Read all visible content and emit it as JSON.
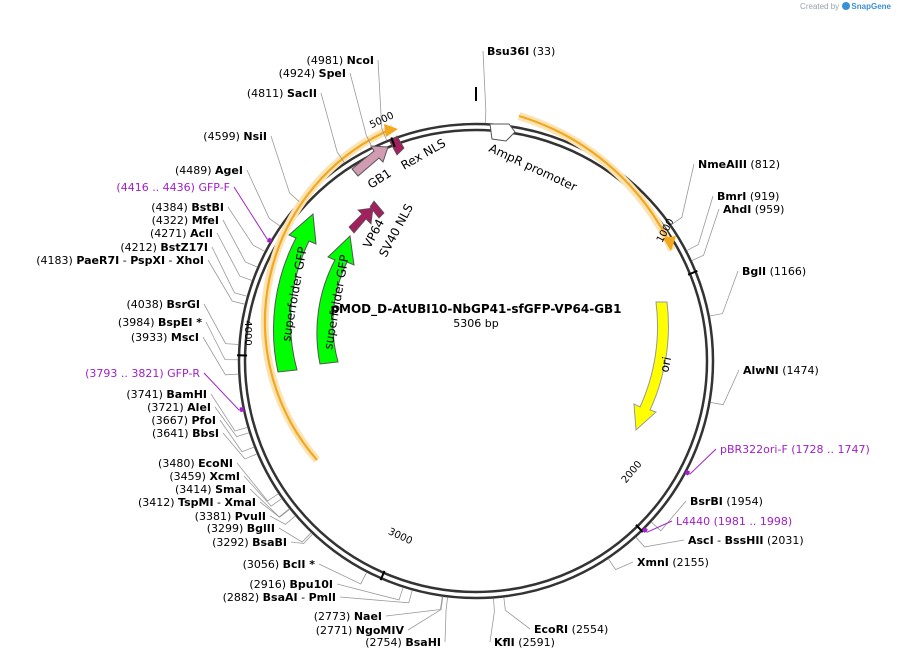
{
  "credit": {
    "prefix": "Created by",
    "brand": "SnapGene"
  },
  "plasmid": {
    "name": "pMOD_D-AtUBI10-NbGP41-sfGFP-VP64-GB1",
    "size": "5306 bp",
    "length": 5306
  },
  "ticks": [
    {
      "pos": 1000,
      "label": "1000"
    },
    {
      "pos": 2000,
      "label": "2000"
    },
    {
      "pos": 3000,
      "label": "3000"
    },
    {
      "pos": 4000,
      "label": "4000"
    },
    {
      "pos": 5000,
      "label": "5000"
    }
  ],
  "enzymes": [
    {
      "id": "bsu36i",
      "pos": 33,
      "side": "right",
      "parts": [
        {
          "t": "Bsu36I",
          "b": true
        },
        {
          "t": "  (33)",
          "b": false
        }
      ]
    },
    {
      "id": "nmeaiii",
      "pos": 812,
      "side": "right",
      "parts": [
        {
          "t": "NmeAIII",
          "b": true
        },
        {
          "t": "  (812)",
          "b": false
        }
      ]
    },
    {
      "id": "bmri",
      "pos": 919,
      "side": "right",
      "parts": [
        {
          "t": "BmrI",
          "b": true
        },
        {
          "t": "  (919)",
          "b": false
        }
      ]
    },
    {
      "id": "ahdi",
      "pos": 959,
      "side": "right",
      "parts": [
        {
          "t": "AhdI",
          "b": true
        },
        {
          "t": "  (959)",
          "b": false
        }
      ]
    },
    {
      "id": "bgli",
      "pos": 1166,
      "side": "right",
      "parts": [
        {
          "t": "BglI",
          "b": true
        },
        {
          "t": "  (1166)",
          "b": false
        }
      ]
    },
    {
      "id": "alwni",
      "pos": 1474,
      "side": "right",
      "parts": [
        {
          "t": "AlwNI",
          "b": true
        },
        {
          "t": "  (1474)",
          "b": false
        }
      ]
    },
    {
      "id": "bsrbi",
      "pos": 1954,
      "side": "right",
      "parts": [
        {
          "t": "BsrBI",
          "b": true
        },
        {
          "t": "  (1954)",
          "b": false
        }
      ]
    },
    {
      "id": "asci",
      "pos": 2031,
      "side": "right",
      "parts": [
        {
          "t": "AscI",
          "b": true
        },
        {
          "t": "  - ",
          "b": false
        },
        {
          "t": "BssHII",
          "b": true
        },
        {
          "t": "  (2031)",
          "b": false
        }
      ]
    },
    {
      "id": "xmni",
      "pos": 2155,
      "side": "right",
      "parts": [
        {
          "t": "XmnI",
          "b": true
        },
        {
          "t": "  (2155)",
          "b": false
        }
      ]
    },
    {
      "id": "ecori",
      "pos": 2554,
      "side": "right",
      "parts": [
        {
          "t": "EcoRI",
          "b": true
        },
        {
          "t": "  (2554)",
          "b": false
        }
      ]
    },
    {
      "id": "kfli",
      "pos": 2591,
      "side": "right",
      "parts": [
        {
          "t": "KflI",
          "b": true
        },
        {
          "t": "  (2591)",
          "b": false
        }
      ]
    },
    {
      "id": "bsahi",
      "pos": 2754,
      "side": "left",
      "parts": [
        {
          "t": "(2754)  ",
          "b": false
        },
        {
          "t": "BsaHI",
          "b": true
        }
      ]
    },
    {
      "id": "ngomiv",
      "pos": 2771,
      "side": "left",
      "parts": [
        {
          "t": "(2771)  ",
          "b": false
        },
        {
          "t": "NgoMIV",
          "b": true
        }
      ]
    },
    {
      "id": "naei",
      "pos": 2773,
      "side": "left",
      "parts": [
        {
          "t": "(2773)  ",
          "b": false
        },
        {
          "t": "NaeI",
          "b": true
        }
      ]
    },
    {
      "id": "bsaai",
      "pos": 2882,
      "side": "left",
      "parts": [
        {
          "t": "(2882)  ",
          "b": false
        },
        {
          "t": "BsaAI",
          "b": true
        },
        {
          "t": "  - ",
          "b": false
        },
        {
          "t": "PmlI",
          "b": true
        }
      ]
    },
    {
      "id": "bpu10i",
      "pos": 2916,
      "side": "left",
      "parts": [
        {
          "t": "(2916)  ",
          "b": false
        },
        {
          "t": "Bpu10I",
          "b": true
        }
      ]
    },
    {
      "id": "bcli",
      "pos": 3056,
      "side": "left",
      "parts": [
        {
          "t": "(3056)  ",
          "b": false
        },
        {
          "t": "BclI *",
          "b": true
        }
      ]
    },
    {
      "id": "bsabi",
      "pos": 3292,
      "side": "left",
      "parts": [
        {
          "t": "(3292)  ",
          "b": false
        },
        {
          "t": "BsaBI",
          "b": true
        }
      ]
    },
    {
      "id": "bglii",
      "pos": 3299,
      "side": "left",
      "parts": [
        {
          "t": "(3299)  ",
          "b": false
        },
        {
          "t": "BglII",
          "b": true
        }
      ]
    },
    {
      "id": "pvuii",
      "pos": 3381,
      "side": "left",
      "parts": [
        {
          "t": "(3381)  ",
          "b": false
        },
        {
          "t": "PvuII",
          "b": true
        }
      ]
    },
    {
      "id": "tspmi",
      "pos": 3412,
      "side": "left",
      "parts": [
        {
          "t": "(3412)  ",
          "b": false
        },
        {
          "t": "TspMI",
          "b": true
        },
        {
          "t": "  - ",
          "b": false
        },
        {
          "t": "XmaI",
          "b": true
        }
      ]
    },
    {
      "id": "smai",
      "pos": 3414,
      "side": "left",
      "parts": [
        {
          "t": "(3414)  ",
          "b": false
        },
        {
          "t": "SmaI",
          "b": true
        }
      ]
    },
    {
      "id": "xcmi",
      "pos": 3459,
      "side": "left",
      "parts": [
        {
          "t": "(3459)  ",
          "b": false
        },
        {
          "t": "XcmI",
          "b": true
        }
      ]
    },
    {
      "id": "econi",
      "pos": 3480,
      "side": "left",
      "parts": [
        {
          "t": "(3480)  ",
          "b": false
        },
        {
          "t": "EcoNI",
          "b": true
        }
      ]
    },
    {
      "id": "bbsi",
      "pos": 3641,
      "side": "left",
      "parts": [
        {
          "t": "(3641)  ",
          "b": false
        },
        {
          "t": "BbsI",
          "b": true
        }
      ]
    },
    {
      "id": "pfoi",
      "pos": 3667,
      "side": "left",
      "parts": [
        {
          "t": "(3667)  ",
          "b": false
        },
        {
          "t": "PfoI",
          "b": true
        }
      ]
    },
    {
      "id": "alei",
      "pos": 3721,
      "side": "left",
      "parts": [
        {
          "t": "(3721)  ",
          "b": false
        },
        {
          "t": "AleI",
          "b": true
        }
      ]
    },
    {
      "id": "bamhi",
      "pos": 3741,
      "side": "left",
      "parts": [
        {
          "t": "(3741)  ",
          "b": false
        },
        {
          "t": "BamHI",
          "b": true
        }
      ]
    },
    {
      "id": "msci",
      "pos": 3933,
      "side": "left",
      "parts": [
        {
          "t": "(3933)  ",
          "b": false
        },
        {
          "t": "MscI",
          "b": true
        }
      ]
    },
    {
      "id": "bspei",
      "pos": 3984,
      "side": "left",
      "parts": [
        {
          "t": "(3984)  ",
          "b": false
        },
        {
          "t": "BspEI *",
          "b": true
        }
      ]
    },
    {
      "id": "bsrgi",
      "pos": 4038,
      "side": "left",
      "parts": [
        {
          "t": "(4038)  ",
          "b": false
        },
        {
          "t": "BsrGI",
          "b": true
        }
      ]
    },
    {
      "id": "paer7i",
      "pos": 4183,
      "side": "left",
      "parts": [
        {
          "t": "(4183)  ",
          "b": false
        },
        {
          "t": "PaeR7I",
          "b": true
        },
        {
          "t": "  - ",
          "b": false
        },
        {
          "t": "PspXI",
          "b": true
        },
        {
          "t": "  - ",
          "b": false
        },
        {
          "t": "XhoI",
          "b": true
        }
      ]
    },
    {
      "id": "bstz17i",
      "pos": 4212,
      "side": "left",
      "parts": [
        {
          "t": "(4212)  ",
          "b": false
        },
        {
          "t": "BstZ17I",
          "b": true
        }
      ]
    },
    {
      "id": "acli",
      "pos": 4271,
      "side": "left",
      "parts": [
        {
          "t": "(4271)  ",
          "b": false
        },
        {
          "t": "AclI",
          "b": true
        }
      ]
    },
    {
      "id": "mfei",
      "pos": 4322,
      "side": "left",
      "parts": [
        {
          "t": "(4322)  ",
          "b": false
        },
        {
          "t": "MfeI",
          "b": true
        }
      ]
    },
    {
      "id": "bstbi",
      "pos": 4384,
      "side": "left",
      "parts": [
        {
          "t": "(4384)  ",
          "b": false
        },
        {
          "t": "BstBI",
          "b": true
        }
      ]
    },
    {
      "id": "agei",
      "pos": 4489,
      "side": "left",
      "parts": [
        {
          "t": "(4489)  ",
          "b": false
        },
        {
          "t": "AgeI",
          "b": true
        }
      ]
    },
    {
      "id": "nsii",
      "pos": 4599,
      "side": "left",
      "parts": [
        {
          "t": "(4599)  ",
          "b": false
        },
        {
          "t": "NsiI",
          "b": true
        }
      ]
    },
    {
      "id": "sacii",
      "pos": 4811,
      "side": "left",
      "parts": [
        {
          "t": "(4811)  ",
          "b": false
        },
        {
          "t": "SacII",
          "b": true
        }
      ]
    },
    {
      "id": "spei",
      "pos": 4924,
      "side": "left",
      "parts": [
        {
          "t": "(4924)  ",
          "b": false
        },
        {
          "t": "SpeI",
          "b": true
        }
      ]
    },
    {
      "id": "ncoi",
      "pos": 4981,
      "side": "left",
      "parts": [
        {
          "t": "(4981)  ",
          "b": false
        },
        {
          "t": "NcoI",
          "b": true
        }
      ]
    }
  ],
  "primers": [
    {
      "id": "pbr322ori-f",
      "pos": 1737,
      "side": "right",
      "parts": [
        {
          "t": "pBR322ori-F  (1728 .. 1747)",
          "b": false
        }
      ]
    },
    {
      "id": "l4440",
      "pos": 1990,
      "side": "right",
      "parts": [
        {
          "t": "L4440  (1981 .. 1998)",
          "b": false
        }
      ]
    },
    {
      "id": "gfp-r",
      "pos": 3807,
      "side": "left",
      "parts": [
        {
          "t": "(3793 .. 3821)  GFP-R",
          "b": false
        }
      ]
    },
    {
      "id": "gfp-f",
      "pos": 4426,
      "side": "left",
      "parts": [
        {
          "t": "(4416 .. 4436)  GFP-F",
          "b": false
        }
      ]
    }
  ],
  "features": [
    {
      "id": "amp-promoter",
      "label": "AmpR promoter",
      "color": "#ffffff"
    },
    {
      "id": "ori",
      "label": "ori",
      "color": "#ffff00"
    },
    {
      "id": "gb1",
      "label": "GB1",
      "color": "#d19cb2"
    },
    {
      "id": "rex-nls",
      "label": "Rex NLS",
      "color": "#a3205e"
    },
    {
      "id": "vp64",
      "label": "VP64",
      "color": "#a3205e"
    },
    {
      "id": "sv40-nls",
      "label": "SV40 NLS",
      "color": "#a3205e"
    },
    {
      "id": "sfgfp-outer",
      "label": "superfolder GFP",
      "color": "#00ff00"
    },
    {
      "id": "sfgfp-inner",
      "label": "superfolder GFP",
      "color": "#00ff00"
    }
  ],
  "colors": {
    "backbone": "#333333",
    "orf": "#f2a81f",
    "orf_fill": "#fbe3b4",
    "primer": "#a020c8"
  }
}
